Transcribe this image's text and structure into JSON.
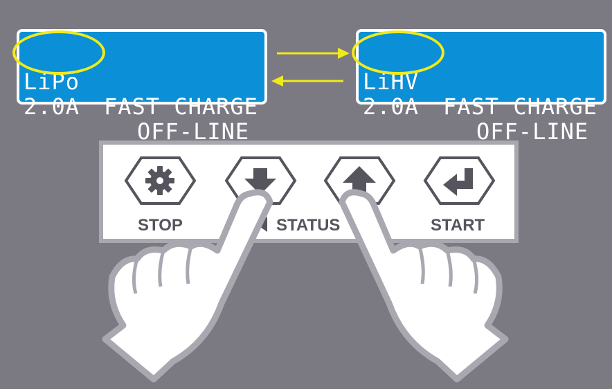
{
  "lcd_left": {
    "mode": "LiPo",
    "title": "FAST CHARGE",
    "current": "2.0A",
    "status": "OFF-LINE"
  },
  "lcd_right": {
    "mode": "LiHV",
    "title": "FAST CHARGE",
    "current": "2.0A",
    "status": "OFF-LINE"
  },
  "panel": {
    "stop_label": "STOP",
    "status_label": "STATUS",
    "start_label": "START"
  },
  "icons": {
    "stop": "gear-icon",
    "down": "arrow-down-icon",
    "up": "arrow-up-icon",
    "start": "enter-icon"
  },
  "colors": {
    "background": "#7b7a83",
    "lcd": "#0b8fd6",
    "highlight": "#f1ea1a",
    "panel_border": "#a9a8b0",
    "icon": "#56555d"
  }
}
